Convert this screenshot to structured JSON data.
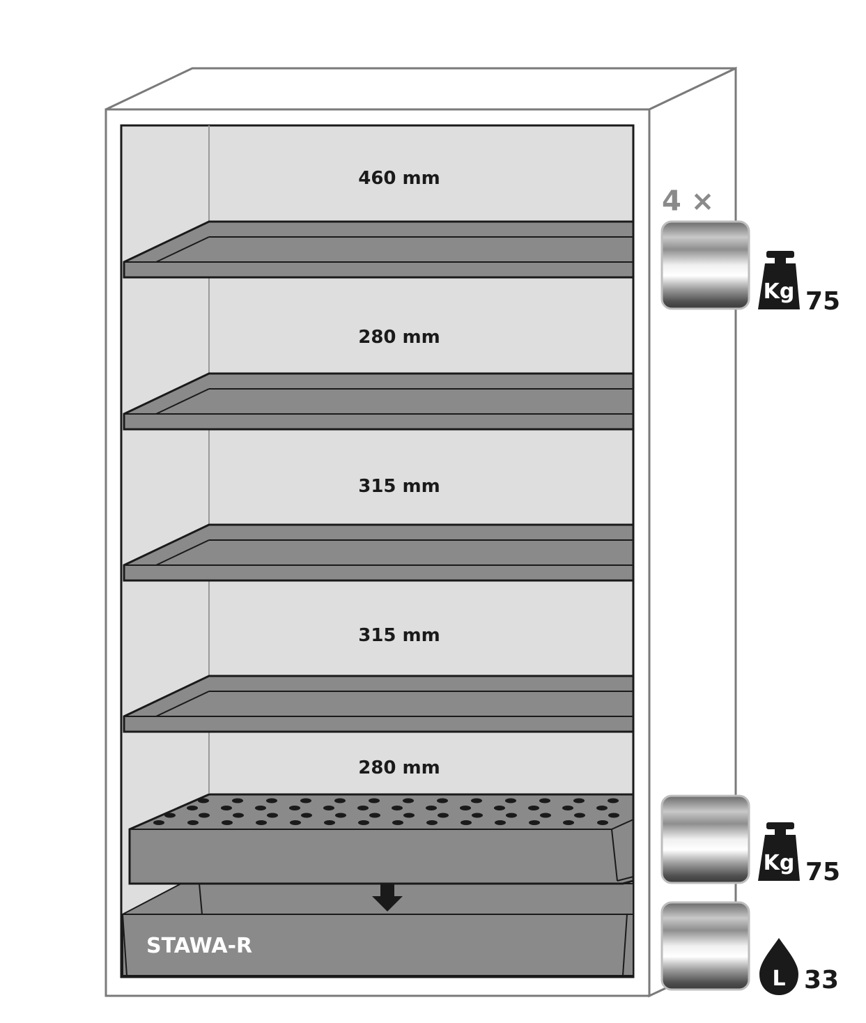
{
  "compartments": [
    {
      "label": "460 mm"
    },
    {
      "label": "280 mm"
    },
    {
      "label": "315 mm"
    },
    {
      "label": "315 mm"
    },
    {
      "label": "280 mm"
    }
  ],
  "sump": {
    "label": "STAWA-R"
  },
  "legend": {
    "shelf_count": "4 ×",
    "shelf_load": {
      "icon": "weight-icon",
      "icon_text": "Kg",
      "value": "75"
    },
    "insert_load": {
      "icon": "weight-icon",
      "icon_text": "Kg",
      "value": "75"
    },
    "sump_volume": {
      "icon": "drop-icon",
      "icon_text": "L",
      "value": "33"
    }
  },
  "colors": {
    "interior": "#dedede",
    "shelf": "#8a8a8a",
    "outline": "#1a1a1a",
    "cabinet_frame": "#7a7a7a"
  }
}
